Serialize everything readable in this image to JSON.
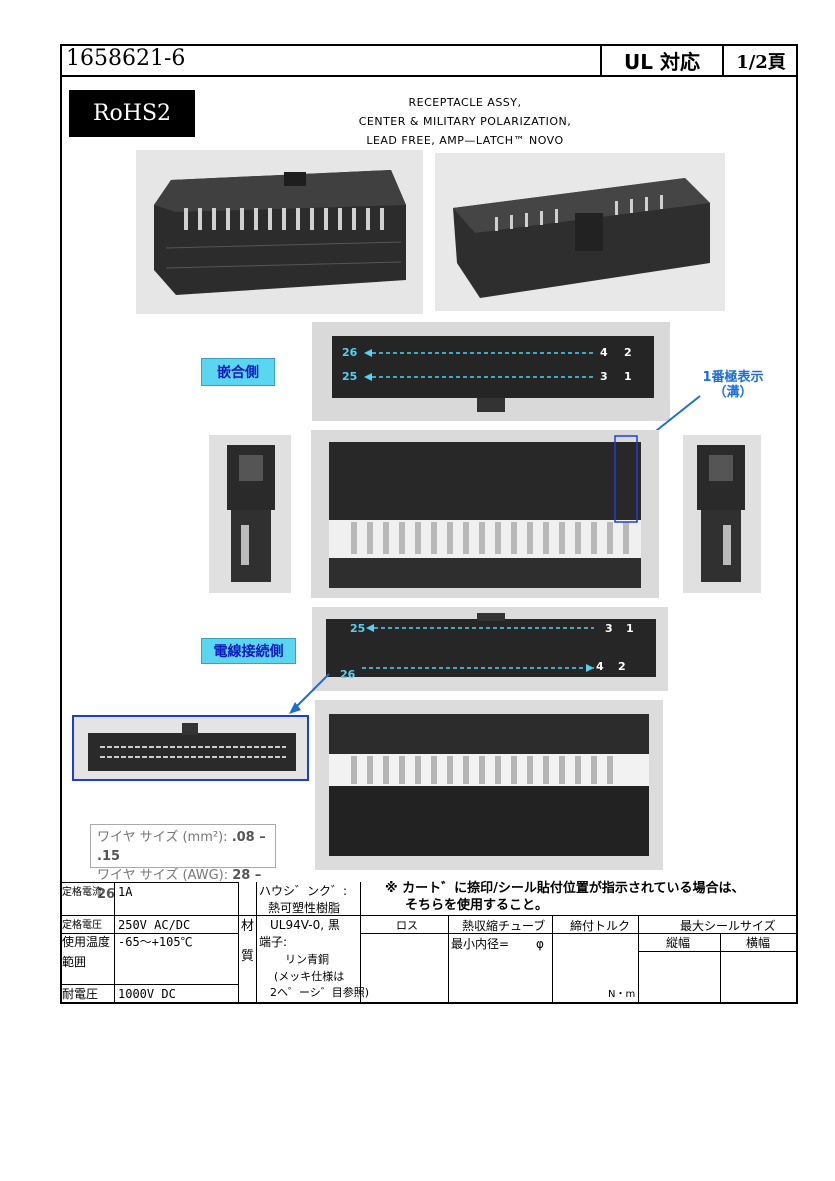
{
  "header": {
    "part_number": "1658621-6",
    "ul_label": "UL 対応",
    "page_label": "1/2頁"
  },
  "rohs_badge": "RoHS2",
  "description": {
    "line1": "RECEPTACLE ASSY,",
    "line2": "CENTER & MILITARY POLARIZATION,",
    "line3": "LEAD FREE, AMP—LATCH™ NOVO"
  },
  "mating_side": {
    "label": "嵌合側",
    "row_top_left": "26",
    "row_top_right_a": "4",
    "row_top_right_b": "2",
    "row_bottom_left": "25",
    "row_bottom_right_a": "3",
    "row_bottom_right_b": "1"
  },
  "pin1_indicator": {
    "line1": "1番極表示",
    "line2": "（溝）"
  },
  "wire_side": {
    "label": "電線接続側",
    "row_top_left": "25",
    "row_top_right_a": "3",
    "row_top_right_b": "1",
    "row_bottom_left": "26",
    "row_bottom_right_a": "4",
    "row_bottom_right_b": "2"
  },
  "wire_size": {
    "mm2_label": "ワイヤ サイズ (mm²):",
    "mm2_value": ".08 – .15",
    "awg_label": "ワイヤ サイズ (AWG):",
    "awg_value": "28 – 26"
  },
  "notice": {
    "line1": "※ カート゛に捺印/シール貼付位置が指示されている場合は、",
    "line2": "そちらを使用すること。"
  },
  "spec": {
    "rated_current_label": "定格電流",
    "rated_current_value": "1A",
    "rated_voltage_label": "定格電圧",
    "rated_voltage_value": "250V AC/DC",
    "temp_label_1": "使用温度",
    "temp_label_2": "範囲",
    "temp_value": "-65～+105℃",
    "withstand_label": "耐電圧",
    "withstand_value": "1000V DC",
    "material_char_1": "材",
    "material_char_2": "質",
    "housing_label": "ハウシ゛ンク゛:",
    "housing_value_1": "熱可塑性樹脂",
    "housing_value_2": "UL94V-0, 黒",
    "terminal_label": "端子:",
    "terminal_value_1": "リン青銅",
    "terminal_value_2": "(メッキ仕様は",
    "terminal_value_3": "2ヘ゜ーシ゛目参照)",
    "lot_label": "ロス",
    "tube_label": "熱収縮チューブ",
    "tube_value": "最小内径=",
    "tube_unit": "φ",
    "torque_label": "締付トルク",
    "torque_unit": "N・m",
    "seal_label": "最大シールサイズ",
    "seal_height": "縦幅",
    "seal_width": "横幅"
  }
}
